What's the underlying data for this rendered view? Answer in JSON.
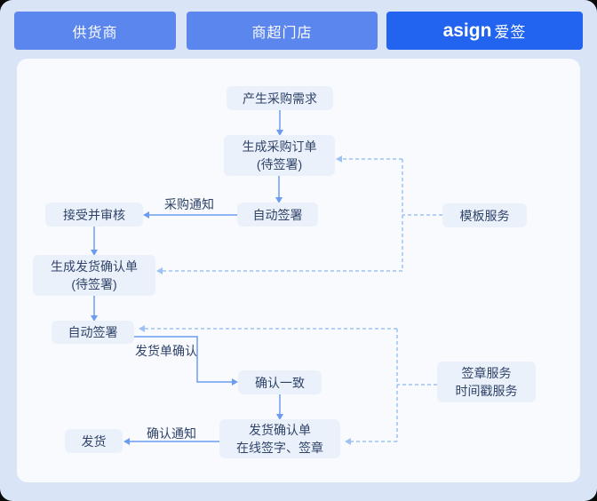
{
  "lanes": [
    {
      "id": "supplier",
      "label": "供货商"
    },
    {
      "id": "store",
      "label": "商超门店"
    },
    {
      "id": "asign",
      "logo": "asign",
      "label": "爱签"
    }
  ],
  "flow": {
    "nodes": {
      "demand": {
        "line1": "产生采购需求"
      },
      "order": {
        "line1": "生成采购订单",
        "line2": "(待签署)"
      },
      "auto_sign_order": {
        "line1": "自动签署"
      },
      "accept_review": {
        "line1": "接受并审核"
      },
      "delivery_note": {
        "line1": "生成发货确认单",
        "line2": "(待签署)"
      },
      "auto_sign_delivery": {
        "line1": "自动签署"
      },
      "confirm_match": {
        "line1": "确认一致"
      },
      "sign_online": {
        "line1": "发货确认单",
        "line2": "在线签字、签章"
      },
      "ship": {
        "line1": "发货"
      },
      "template_service": {
        "line1": "模板服务"
      },
      "seal_service": {
        "line1": "签章服务",
        "line2": "时间戳服务"
      }
    },
    "edge_labels": {
      "purchase_notice": "采购通知",
      "delivery_note_confirm": "发货单确认",
      "confirm_notice": "确认通知"
    }
  },
  "colors": {
    "lane_blue": "#5B86EE",
    "brand_blue": "#2264F0",
    "node_bg": "#EBF1FB",
    "node_text": "#2F4369",
    "solid_arrow": "#6C9CF1",
    "dashed_arrow": "#9EC3F2",
    "canvas_bg": "#D9E4F6",
    "panel_bg": "#F8FAFD"
  }
}
